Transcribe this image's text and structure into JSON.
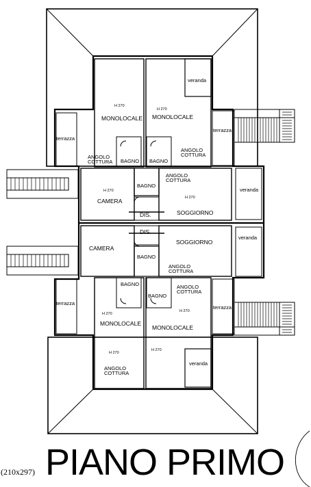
{
  "title": "PIANO PRIMO",
  "scale_note": "(210x297)",
  "rooms": {
    "monolocale": "MONOLOCALE",
    "angolo": "ANGOLO",
    "cottura": "COTTURA",
    "bagno": "BAGNO",
    "camera": "CAMERA",
    "soggiorno": "SOGGIORNO",
    "dis": "DIS.",
    "veranda": "veranda",
    "terrazza": "terrazza",
    "h270": "H 270"
  }
}
